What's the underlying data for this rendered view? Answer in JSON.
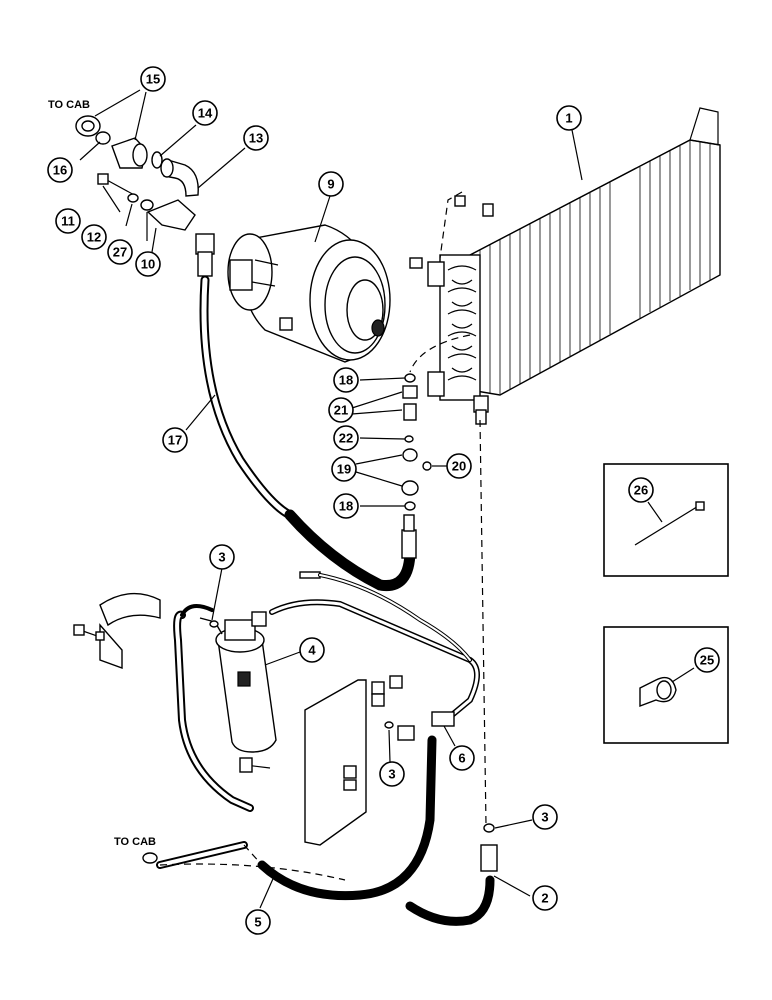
{
  "labels": {
    "to_cab_top": "TO CAB",
    "to_cab_bottom": "TO CAB"
  },
  "callouts": [
    {
      "id": "c1",
      "num": "1"
    },
    {
      "id": "c2",
      "num": "2"
    },
    {
      "id": "c3a",
      "num": "3"
    },
    {
      "id": "c3b",
      "num": "3"
    },
    {
      "id": "c3c",
      "num": "3"
    },
    {
      "id": "c4",
      "num": "4"
    },
    {
      "id": "c5",
      "num": "5"
    },
    {
      "id": "c6",
      "num": "6"
    },
    {
      "id": "c9",
      "num": "9"
    },
    {
      "id": "c10",
      "num": "10"
    },
    {
      "id": "c11",
      "num": "11"
    },
    {
      "id": "c12",
      "num": "12"
    },
    {
      "id": "c13",
      "num": "13"
    },
    {
      "id": "c14",
      "num": "14"
    },
    {
      "id": "c15",
      "num": "15"
    },
    {
      "id": "c16",
      "num": "16"
    },
    {
      "id": "c17",
      "num": "17"
    },
    {
      "id": "c18a",
      "num": "18"
    },
    {
      "id": "c18b",
      "num": "18"
    },
    {
      "id": "c19",
      "num": "19"
    },
    {
      "id": "c20",
      "num": "20"
    },
    {
      "id": "c21",
      "num": "21"
    },
    {
      "id": "c22",
      "num": "22"
    },
    {
      "id": "c25",
      "num": "25"
    },
    {
      "id": "c26",
      "num": "26"
    },
    {
      "id": "c27",
      "num": "27"
    }
  ]
}
